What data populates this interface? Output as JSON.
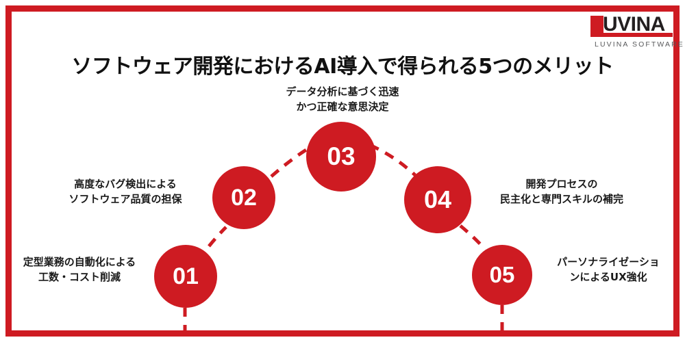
{
  "page": {
    "background_color": "#FFFFFF",
    "frame_color": "#CE1B22",
    "accent_color": "#CE1B22",
    "text_color": "#1A1A1A"
  },
  "logo": {
    "wordmark": "UVINA",
    "tagline": "LUVINA SOFTWARE"
  },
  "header": {
    "title": "ソフトウェア開発におけるAI導入で得られる5つのメリット"
  },
  "steps": [
    {
      "number": "01",
      "label_line1": "定型業務の自動化による",
      "label_line2": "工数・コスト削減"
    },
    {
      "number": "02",
      "label_line1": "高度なバグ検出による",
      "label_line2": "ソフトウェア品質の担保"
    },
    {
      "number": "03",
      "label_line1": "データ分析に基づく迅速",
      "label_line2": "かつ正確な意思決定"
    },
    {
      "number": "04",
      "label_line1": "開発プロセスの",
      "label_line2": "民主化と専門スキルの補完"
    },
    {
      "number": "05",
      "label_line1": "パーソナライゼーショ",
      "label_line2": "ンによるUX強化"
    }
  ]
}
